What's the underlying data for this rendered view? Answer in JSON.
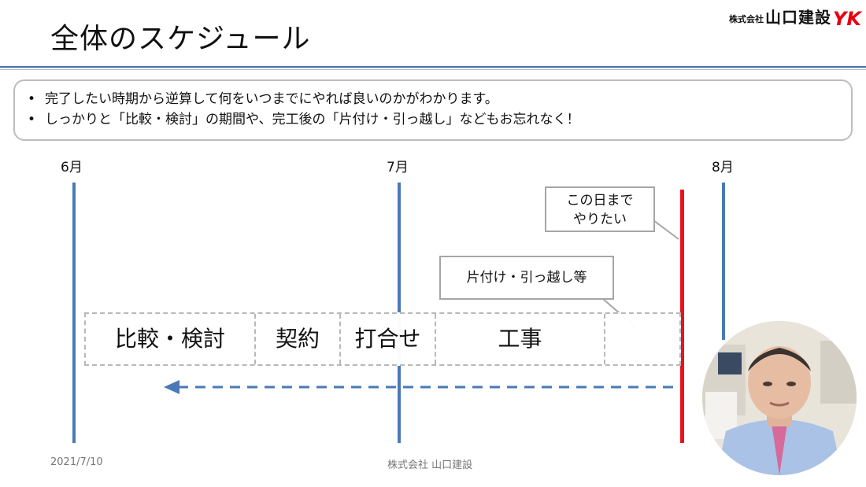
{
  "header": {
    "title": "全体のスケジュール",
    "logo_small": "株式会社",
    "logo_main": "山口建設",
    "logo_mark": "YK"
  },
  "bullets": [
    "完了したい時期から逆算して何をいつまでにやれば良いのかがわかります。",
    "しっかりと「比較・検討」の期間や、完工後の「片付け・引っ越し」などもお忘れなく！"
  ],
  "timeline": {
    "months": [
      "6月",
      "7月",
      "8月"
    ],
    "deadline_callout": [
      "この日まで",
      "やりたい"
    ],
    "moving_callout": "片付け・引っ越し等",
    "phases": [
      "比較・検討",
      "契約",
      "打合せ",
      "工事"
    ]
  },
  "footer": {
    "date": "2021/7/10",
    "company": "株式会社 山口建設"
  },
  "colors": {
    "timeline_blue": "#4a7ab5",
    "deadline_red": "#e8141c",
    "logo_red": "#e60012"
  }
}
